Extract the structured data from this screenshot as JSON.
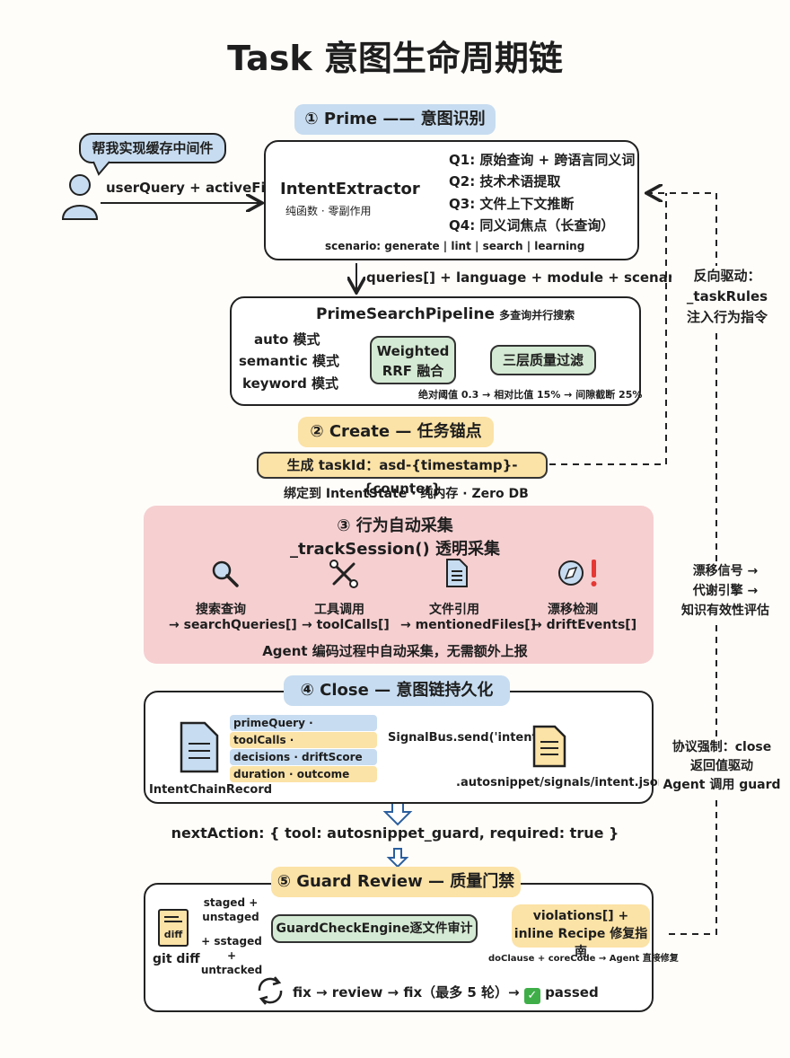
{
  "title": "Task 意图生命周期链",
  "stage1": {
    "header": "① Prime —— 意图识别",
    "user_bubble": "帮我实现缓存中间件",
    "user_input_label": "userQuery + activeFile",
    "extractor_name": "IntentExtractor",
    "extractor_sub": "纯函数 · 零副作用",
    "queries": [
      "Q1: 原始查询 + 跨语言同义词",
      "Q2: 技术术语提取",
      "Q3: 文件上下文推断",
      "Q4: 同义词焦点（长查询）"
    ],
    "scenario": "scenario: generate | lint | search | learning",
    "flow_label": "queries[] + language + module + scenario",
    "pipeline_name": "PrimeSearchPipeline",
    "pipeline_sub": "多查询并行搜索",
    "modes": [
      "auto 模式",
      "semantic 模式",
      "keyword 模式"
    ],
    "rrf_line1": "Weighted",
    "rrf_line2": "RRF 融合",
    "filter": "三层质量过滤",
    "thresholds": "绝对阈值 0.3 → 相对比值 15% → 间隙截断 25%"
  },
  "stage2": {
    "header": "② Create — 任务锚点",
    "taskid": "生成 taskId：asd-{timestamp}-{counter}",
    "bind": "绑定到 IntentState · 纯内存 · Zero DB"
  },
  "stage3": {
    "header": "③ 行为自动采集",
    "subheader": "_trackSession() 透明采集",
    "items": [
      {
        "label": "搜索查询",
        "field": "→ searchQueries[]",
        "icon": "magnifier-icon"
      },
      {
        "label": "工具调用",
        "field": "→ toolCalls[]",
        "icon": "tools-icon"
      },
      {
        "label": "文件引用",
        "field": "→ mentionedFiles[]",
        "icon": "file-icon"
      },
      {
        "label": "漂移检测",
        "field": "→ driftEvents[]",
        "icon": "compass-alert-icon"
      }
    ],
    "footer": "Agent 编码过程中自动采集，无需额外上报"
  },
  "stage4": {
    "header": "④ Close — 意图链持久化",
    "record_label": "IntentChainRecord",
    "fields": [
      "primeQuery · primeRecipeIds",
      "toolCalls · searchQueries",
      "decisions · driftScore",
      "duration · outcome"
    ],
    "signal": "SignalBus.send('intent')",
    "file_path": ".autosnippet/signals/intent.jsonl",
    "next_action": "nextAction: { tool: autosnippet_guard, required: true }"
  },
  "stage5": {
    "header": "⑤ Guard Review — 质量门禁",
    "diff_icon_text": "diff",
    "git_diff": "git diff",
    "staged_top_1": "staged +",
    "staged_top_2": "unstaged",
    "staged_bot_1": "+ sstaged",
    "staged_bot_2": "+ untracked",
    "engine": "GuardCheckEngine逐文件审计",
    "violations_1": "violations[] +",
    "violations_2": "inline Recipe 修复指南",
    "do_clause": "doClause + coreCode → Agent 直接修复",
    "loop": "fix → review → fix（最多 5 轮）→",
    "passed": "passed"
  },
  "side_notes": {
    "reverse_1": "反向驱动：",
    "reverse_2": "_taskRules",
    "reverse_3": "注入行为指令",
    "drift_1": "漂移信号 →",
    "drift_2": "代谢引擎 →",
    "drift_3": "知识有效性评估",
    "proto_1": "协议强制：close",
    "proto_2": "返回值驱动",
    "proto_3": "Agent 调用 guard"
  },
  "colors": {
    "blue": "#c7dcf0",
    "yellow": "#fbe2a6",
    "green": "#d5ead4",
    "pink": "#f6cfd1",
    "check": "#3fae49",
    "alert": "#e53935"
  }
}
